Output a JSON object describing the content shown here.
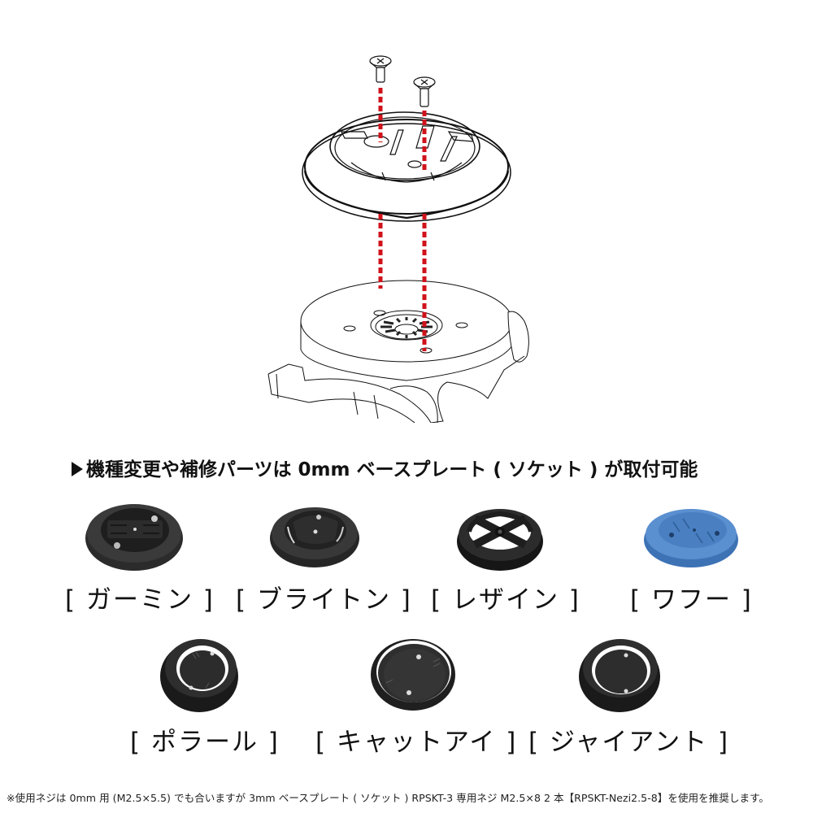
{
  "diagram": {
    "title_icon": "exploded-assembly-diagram",
    "parts": [
      {
        "name": "screw-left",
        "type": "countersunk-screw"
      },
      {
        "name": "screw-right",
        "type": "countersunk-screw"
      },
      {
        "name": "base-plate-socket",
        "type": "socket"
      },
      {
        "name": "mount-body",
        "type": "out-front-mount"
      }
    ],
    "guide_line_color": "#d0121b"
  },
  "headline": {
    "marker": "▶",
    "text": "機種変更や補修パーツは 0mm ベースプレート ( ソケット ) が取付可能"
  },
  "plates": [
    {
      "label": "[ ガーミン ]",
      "color": "#2b2b2b"
    },
    {
      "label": "[ ブライトン ]",
      "color": "#2b2b2b"
    },
    {
      "label": "[ レザイン ]",
      "color": "#1e1e1e"
    },
    {
      "label": "[ ワフー ]",
      "color": "#4f86c6"
    },
    {
      "label": "[ ポラール ]",
      "color": "#252525"
    },
    {
      "label": "[ キャットアイ ]",
      "color": "#2a2a2a"
    },
    {
      "label": "[ ジャイアント ]",
      "color": "#262626"
    }
  ],
  "footnote": "※使用ネジは 0mm 用 (M2.5×5.5) でも合いますが 3mm ベースプレート ( ソケット ) RPSKT-3 専用ネジ M2.5×8 2 本【RPSKT-Nezi2.5-8】を使用を推奨します。"
}
